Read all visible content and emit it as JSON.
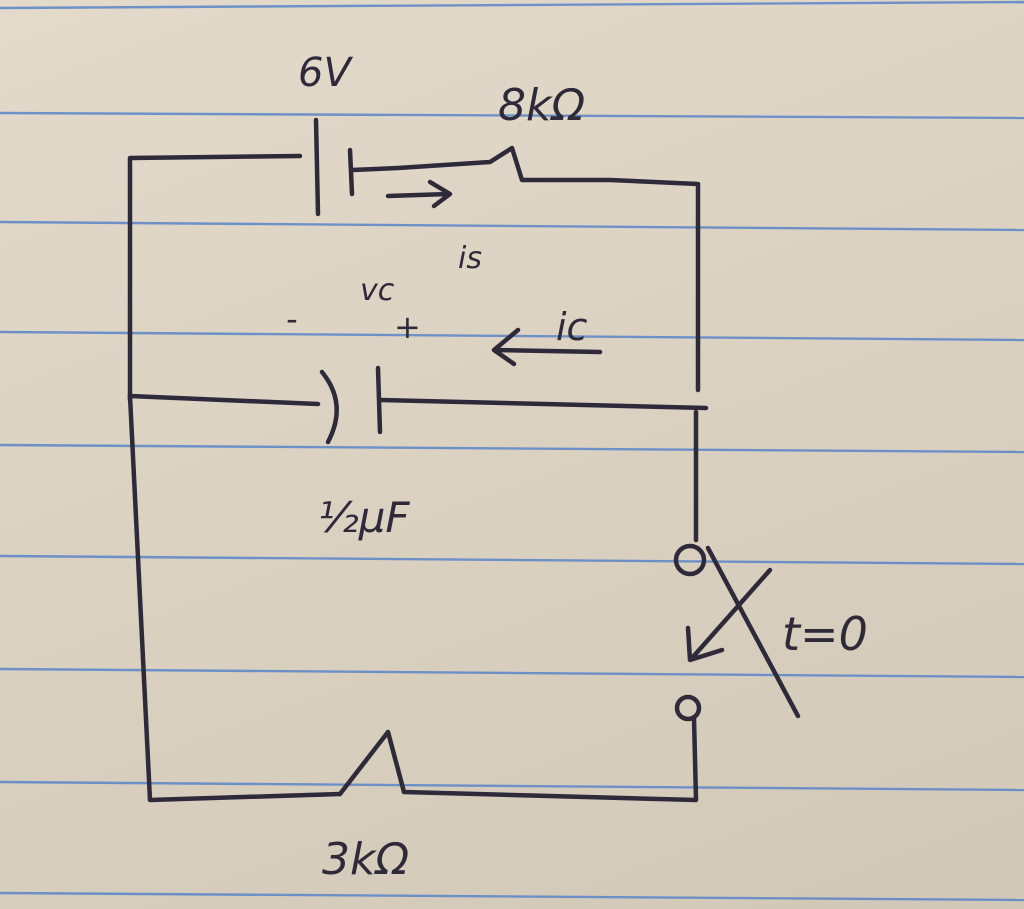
{
  "labels": {
    "battery_voltage": "6V",
    "top_resistor": "8kΩ",
    "source_current": "is",
    "cap_voltage": "vc",
    "cap_plus": "+",
    "cap_minus": "-",
    "cap_current": "ic",
    "capacitance": "½μF",
    "switch_time": "t=0",
    "bottom_resistor": "3kΩ"
  },
  "colors": {
    "ink": "#2f2a3a",
    "paper": "#dcd2c2",
    "rule": "#5a86c8"
  }
}
